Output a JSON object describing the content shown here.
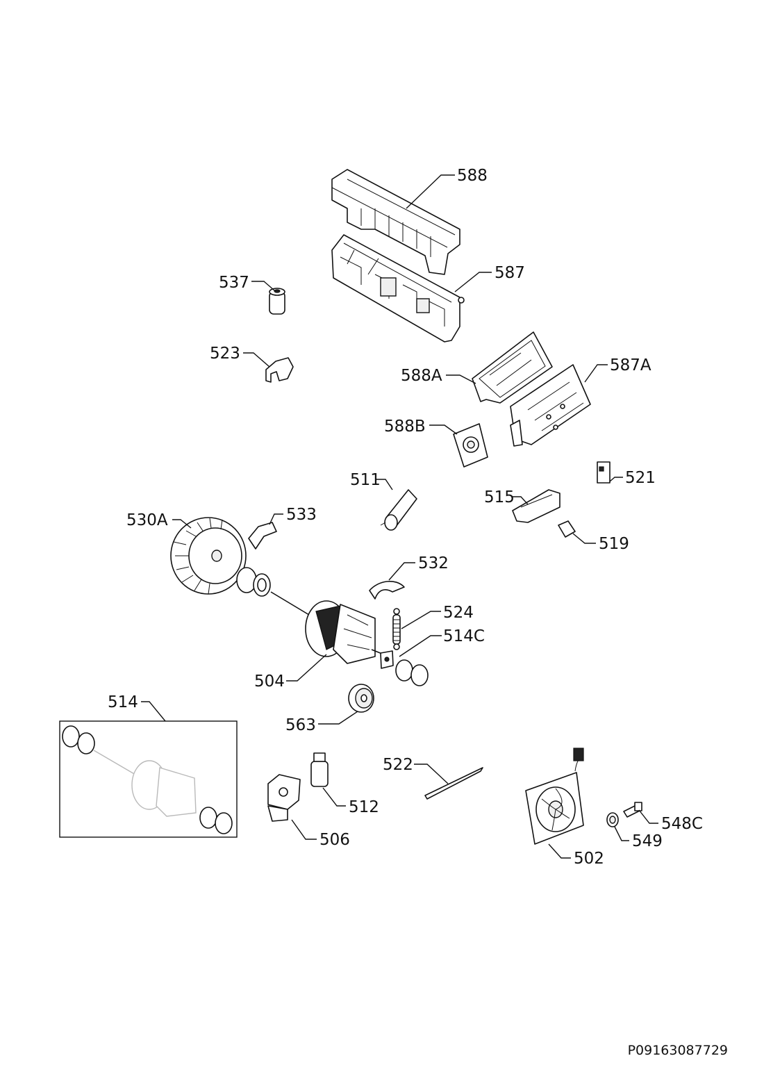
{
  "drawing_code": "P09163087729",
  "labels": {
    "p588": "588",
    "p587": "587",
    "p537": "537",
    "p523": "523",
    "p588A": "588A",
    "p587A": "587A",
    "p588B": "588B",
    "p511": "511",
    "p521": "521",
    "p515": "515",
    "p519": "519",
    "p530A": "530A",
    "p533": "533",
    "p532": "532",
    "p524": "524",
    "p514C": "514C",
    "p504": "504",
    "p514": "514",
    "p563": "563",
    "p522": "522",
    "p512": "512",
    "p548C": "548C",
    "p506": "506",
    "p549": "549",
    "p502": "502"
  }
}
